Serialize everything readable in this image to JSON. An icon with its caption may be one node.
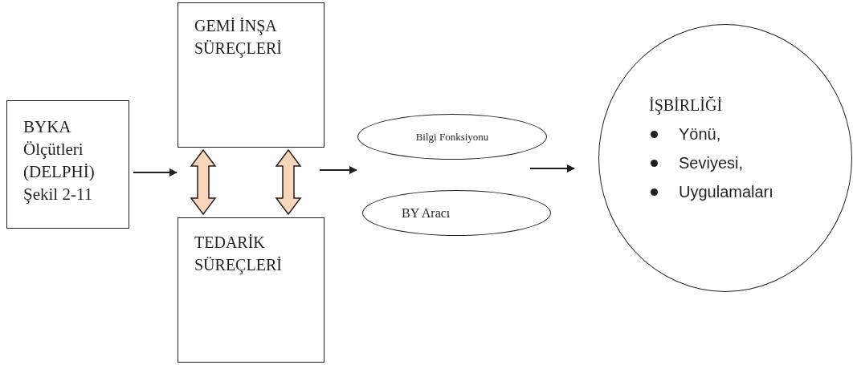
{
  "diagram": {
    "nodes": [
      {
        "text": [
          "BYKA Ölçütleri (DELPHİ) Şekil 2-11"
        ]
      },
      {
        "text": [
          "GEMİ İNŞA SÜREÇLERİ"
        ]
      },
      {
        "text": [
          "TEDARİK SÜREÇLERİ"
        ]
      },
      {
        "text": [
          "Bilgi Fonksiyonu"
        ]
      },
      {
        "text": [
          "BY Aracı"
        ]
      },
      {
        "text": [
          "İŞBİRLİĞİ",
          "Yönü,",
          "Seviyesi,",
          "Uygulamaları"
        ]
      }
    ],
    "edges": [
      {
        "from": 0,
        "to": null,
        "arrow": "to"
      },
      {
        "from": 1,
        "to": 2,
        "arrow": "both",
        "style": "thick",
        "color": "#f9d5b9"
      },
      {
        "from": 1,
        "to": 2,
        "arrow": "both",
        "style": "thick",
        "color": "#f9d5b9"
      },
      {
        "from": null,
        "to": 3,
        "arrow": "to"
      },
      {
        "from": 3,
        "to": 5,
        "arrow": "to"
      }
    ]
  }
}
